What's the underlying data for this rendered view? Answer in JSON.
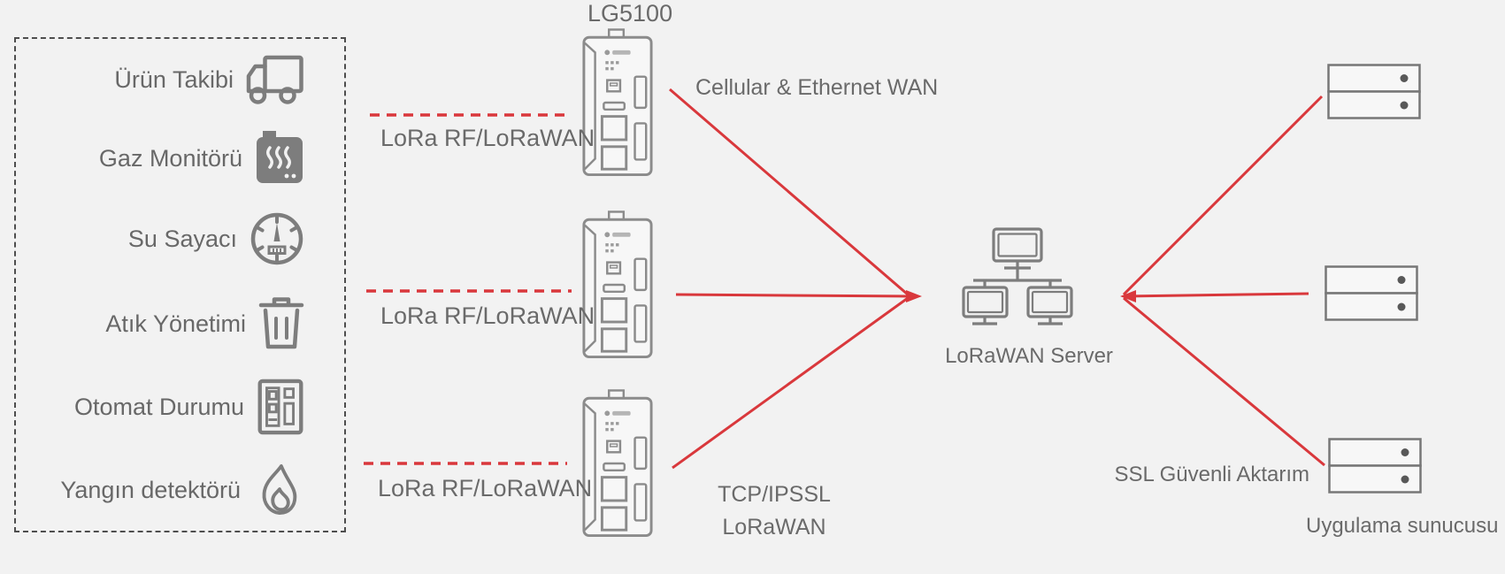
{
  "colors": {
    "background": "#f2f2f2",
    "text": "#6a6a6a",
    "accent_red": "#d9383c",
    "icon_gray": "#7d7d7d",
    "panel_border": "#4e4e4e"
  },
  "sensor_panel": {
    "items": [
      {
        "label": "Ürün Takibi",
        "icon": "truck-icon"
      },
      {
        "label": "Gaz Monitörü",
        "icon": "gas-monitor-icon"
      },
      {
        "label": "Su Sayacı",
        "icon": "water-meter-icon"
      },
      {
        "label": "Atık Yönetimi",
        "icon": "trash-icon"
      },
      {
        "label": "Otomat Durumu",
        "icon": "vending-machine-icon"
      },
      {
        "label": "Yangın detektörü",
        "icon": "flame-icon"
      }
    ]
  },
  "gateway": {
    "model": "LG5100",
    "count": 3
  },
  "links": {
    "lora": "LoRa RF/LoRaWAN",
    "wan": "Cellular & Ethernet WAN",
    "tcp_line1": "TCP/IPSSL",
    "tcp_line2": "LoRaWAN"
  },
  "server": {
    "label": "LoRaWAN Server"
  },
  "apps": {
    "ssl_label": "SSL Güvenli Aktarım",
    "server_label": "Uygulama sunucusu"
  }
}
